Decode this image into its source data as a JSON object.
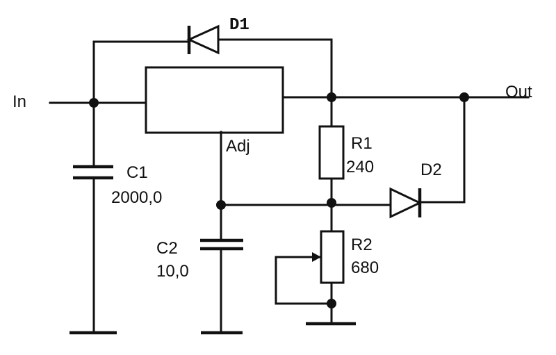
{
  "labels": {
    "input": "In",
    "output": "Out",
    "adj": "Adj",
    "d1": "D1",
    "d2": "D2",
    "r1_name": "R1",
    "r1_value": "240",
    "r2_name": "R2",
    "r2_value": "680",
    "c1_name": "C1",
    "c1_value": "2000,0",
    "c2_name": "C2",
    "c2_value": "10,0"
  }
}
